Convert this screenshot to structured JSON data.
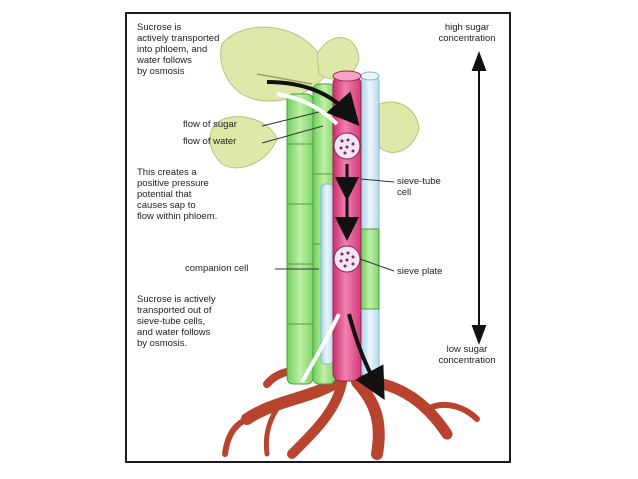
{
  "labels": {
    "top_left": "Sucrose is\nactively transported\ninto phloem, and\nwater follows\nby osmosis",
    "flow_sugar": "flow of sugar",
    "flow_water": "flow of water",
    "pressure": "This creates a\npositive pressure\npotential that\ncauses sap to\nflow within phloem.",
    "companion": "companion cell",
    "bottom_left": "Sucrose is actively\ntransported out of\nsieve-tube cells,\nand water follows\nby osmosis.",
    "high": "high sugar\nconcentration",
    "sieve_tube": "sieve-tube\ncell",
    "sieve_plate": "sieve plate",
    "low": "low sugar\nconcentration"
  },
  "colors": {
    "sieve_tube": "#e8508a",
    "companion": "#9be07f",
    "xylem": "#cfe7f4",
    "leaf": "#dfe8a8",
    "root": "#b8432f"
  }
}
